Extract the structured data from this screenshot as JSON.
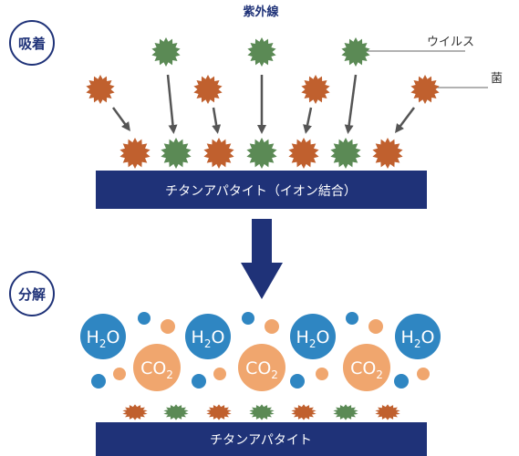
{
  "labels": {
    "adsorption": "吸着",
    "decomposition": "分解",
    "uv": "紫外線",
    "virus": "ウイルス",
    "bacteria": "菌",
    "bar_top": "チタンアパタイト（イオン結合）",
    "bar_bottom": "チタンアパタイト"
  },
  "molecules": {
    "water_main": "H",
    "water_sub": "2",
    "water_tail": "O",
    "co2_main": "CO",
    "co2_sub": "2"
  },
  "colors": {
    "navy": "#1f3278",
    "virus_green": "#5b8a55",
    "bacteria_orange": "#c0602e",
    "water_blue": "#2f86c2",
    "co2_orange": "#f0a66e",
    "arrow_gray": "#555555"
  },
  "icons": {
    "virus": "virus-icon",
    "bacteria": "bacteria-icon",
    "water": "water-molecule",
    "co2": "co2-molecule"
  }
}
